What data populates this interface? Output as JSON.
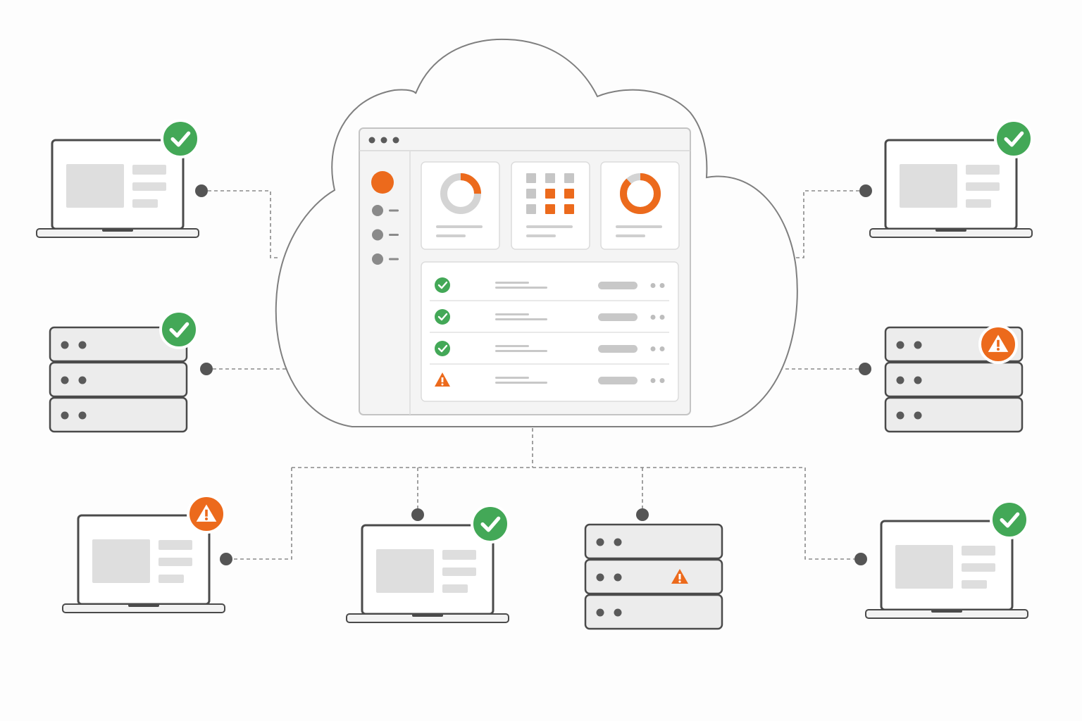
{
  "colors": {
    "accent_orange": "#ec6a1c",
    "ok_green": "#43a857",
    "stroke_dark": "#4a4a4a",
    "stroke_line": "#8a8a8a",
    "fill_light": "#ececec",
    "fill_placeholder": "#dedede",
    "background": "#fdfdfd"
  },
  "cloud_dashboard": {
    "window_controls": [
      "dot",
      "dot",
      "dot"
    ],
    "sidebar_items": [
      "active",
      "item",
      "item",
      "item"
    ],
    "widgets": [
      {
        "kind": "donut-chart",
        "fill_fraction": 0.25,
        "color": "#ec6a1c"
      },
      {
        "kind": "grid-tiles",
        "highlighted_tiles": 4
      },
      {
        "kind": "donut-chart",
        "fill_fraction": 0.88,
        "color": "#ec6a1c"
      }
    ],
    "status_rows": [
      {
        "status": "ok",
        "icon": "check-circle-icon"
      },
      {
        "status": "ok",
        "icon": "check-circle-icon"
      },
      {
        "status": "ok",
        "icon": "check-circle-icon"
      },
      {
        "status": "warning",
        "icon": "warning-triangle-icon"
      }
    ]
  },
  "devices": [
    {
      "id": "laptop-top-left",
      "type": "laptop",
      "status": "ok"
    },
    {
      "id": "server-middle-left",
      "type": "server",
      "status": "ok"
    },
    {
      "id": "laptop-bottom-left",
      "type": "laptop",
      "status": "warning"
    },
    {
      "id": "laptop-bottom-center",
      "type": "laptop",
      "status": "ok"
    },
    {
      "id": "server-bottom-center",
      "type": "server",
      "status": "warning"
    },
    {
      "id": "laptop-bottom-right",
      "type": "laptop",
      "status": "ok"
    },
    {
      "id": "server-middle-right",
      "type": "server",
      "status": "warning"
    },
    {
      "id": "laptop-top-right",
      "type": "laptop",
      "status": "ok"
    }
  ]
}
